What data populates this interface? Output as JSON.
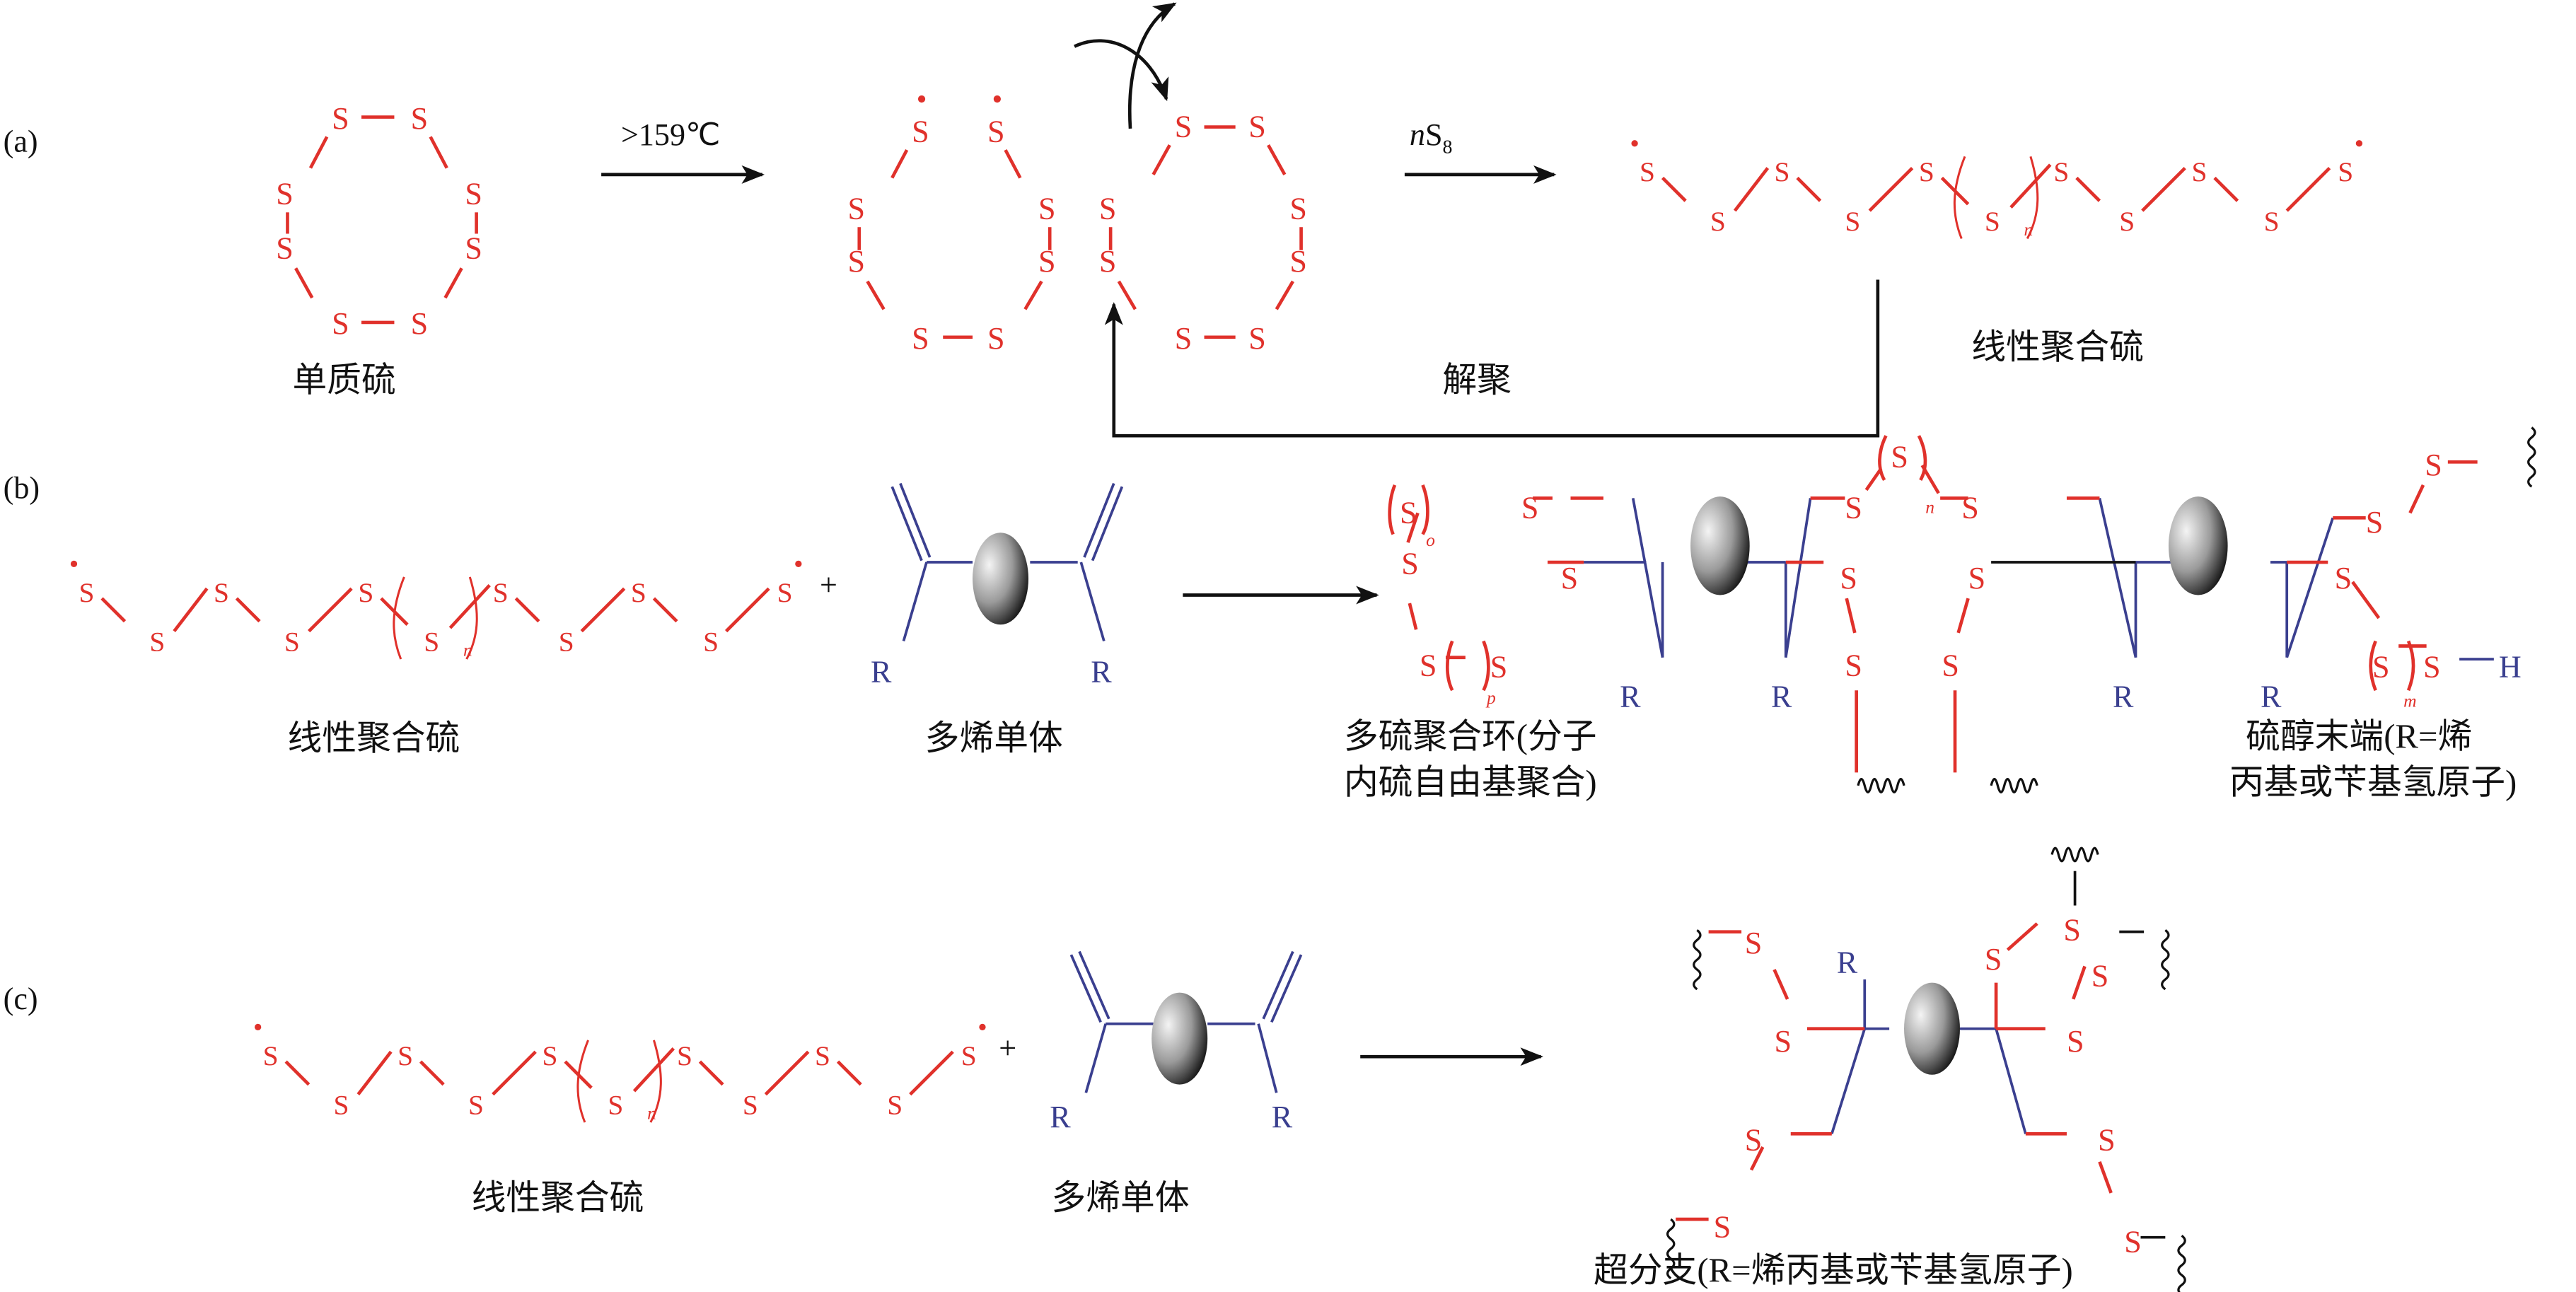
{
  "panels": {
    "a": {
      "label": "(a)",
      "reactant_label": "单质硫",
      "condition": ">159℃",
      "reagent_italic": "n",
      "reagent_main": "S",
      "reagent_sub": "8",
      "product_label": "线性聚合硫",
      "reverse_label": "解聚"
    },
    "b": {
      "label": "(b)",
      "reactant1_label": "线性聚合硫",
      "plus": "+",
      "reactant2_label": "多烯单体",
      "product_label_ring_line1": "多硫聚合环(分子",
      "product_label_ring_line2": "内硫自由基聚合)",
      "product_label_thiol_line1": "硫醇末端(R=烯",
      "product_label_thiol_line2": "丙基或苄基氢原子)"
    },
    "c": {
      "label": "(c)",
      "reactant1_label": "线性聚合硫",
      "plus": "+",
      "reactant2_label": "多烯单体",
      "product_label": "超分支(R=烯丙基或苄基氢原子)"
    }
  },
  "atoms": {
    "sulfur": "S",
    "r_group": "R",
    "hydrogen": "H",
    "radical_dot": "·"
  },
  "subscripts": {
    "n": "n",
    "o": "o",
    "p": "p",
    "m": "m"
  },
  "colors": {
    "sulfur": "#e0312b",
    "organic": "#3a3f8f",
    "text": "#111111"
  }
}
